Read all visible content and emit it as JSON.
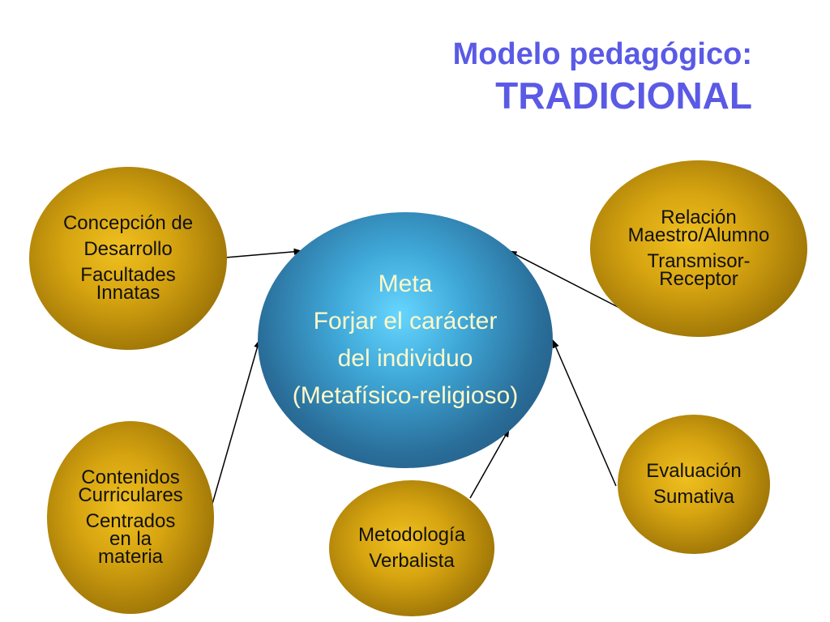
{
  "title": {
    "line1": "Modelo pedagógico:",
    "line2": "TRADICIONAL"
  },
  "center": {
    "lines": [
      "Meta",
      "Forjar el carácter",
      "del individuo",
      "(Metafísico-religioso)"
    ]
  },
  "nodes": {
    "concepcion": {
      "line1": "Concepción de",
      "line2": "Desarrollo",
      "line3": "Facultades",
      "line4": "Innatas"
    },
    "relacion": {
      "line1": "Relación",
      "line2": "Maestro/Alumno",
      "line3": "Transmisor-",
      "line4": "Receptor"
    },
    "contenidos": {
      "line1": "Contenidos",
      "line2": "Curriculares",
      "line3": "Centrados",
      "line4": "en la",
      "line5": "materia"
    },
    "metodologia": {
      "line1": "Metodología",
      "line2": "Verbalista"
    },
    "evaluacion": {
      "line1": "Evaluación",
      "line2": "Sumativa"
    }
  },
  "colors": {
    "title": "#5a5ae6",
    "gold_node": "#d6a410",
    "center_node": "#2a6e9a",
    "center_text": "#fff8c8"
  }
}
